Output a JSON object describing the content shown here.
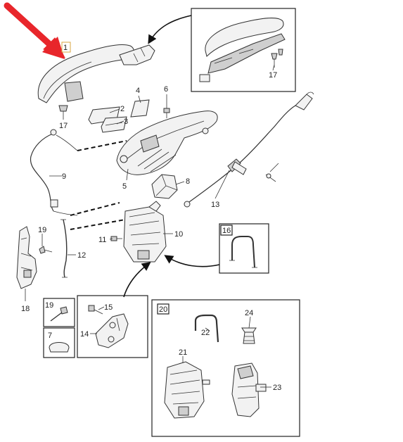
{
  "callouts": {
    "c1": "1",
    "c2": "2",
    "c3": "3",
    "c4": "4",
    "c5": "5",
    "c6": "6",
    "c7": "7",
    "c8": "8",
    "c9": "9",
    "c10": "10",
    "c11": "11",
    "c12": "12",
    "c13": "13",
    "c14": "14",
    "c15": "15",
    "c16": "16",
    "c17a": "17",
    "c17b": "17",
    "c18": "18",
    "c19a": "19",
    "c19b": "19",
    "c20": "20",
    "c21": "21",
    "c22": "22",
    "c23": "23",
    "c24": "24"
  },
  "colors": {
    "highlight_arrow": "#e8262b",
    "callout_box": "#d9a441"
  },
  "icons": {
    "pointer": "red-arrow-icon"
  }
}
